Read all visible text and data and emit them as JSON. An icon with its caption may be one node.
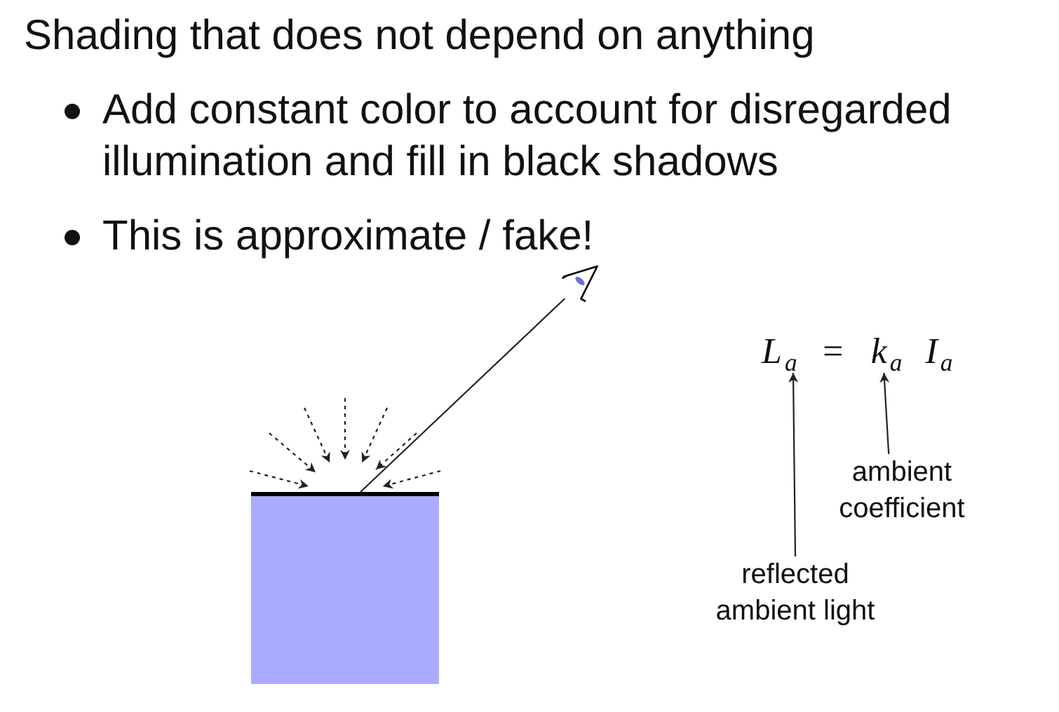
{
  "diagram": {
    "nodes": [
      {
        "text": [],
        "shape": "eye"
      },
      {
        "text": [],
        "shape": "box"
      },
      {
        "text": [
          "L$_{a}$ = k$_{a}$ I$_{a}$"
        ]
      },
      {
        "text": [
          "ambient coefficient"
        ]
      },
      {
        "text": [
          "reflected ambient light"
        ]
      }
    ],
    "edges": [
      {
        "from": null,
        "to": 1,
        "arrow": "to",
        "style": "dashed"
      },
      {
        "from": null,
        "to": 1,
        "arrow": "to",
        "style": "dashed"
      },
      {
        "from": null,
        "to": 1,
        "arrow": "to",
        "style": "dashed"
      },
      {
        "from": null,
        "to": 1,
        "arrow": "to",
        "style": "dashed"
      },
      {
        "from": null,
        "to": 1,
        "arrow": "to",
        "style": "dashed"
      },
      {
        "from": null,
        "to": 1,
        "arrow": "to",
        "style": "dashed"
      },
      {
        "from": null,
        "to": 1,
        "arrow": "to",
        "style": "dashed"
      },
      {
        "from": 1,
        "to": 0,
        "arrow": "none"
      },
      {
        "from": 3,
        "to": 2,
        "arrow": "to"
      },
      {
        "from": 4,
        "to": 2,
        "arrow": "to"
      }
    ],
    "labels": [
      "Shading that does not depend on anything",
      "Add constant color to account for disregarded illumination and fill in black shadows",
      "This is approximate / fake!"
    ]
  }
}
